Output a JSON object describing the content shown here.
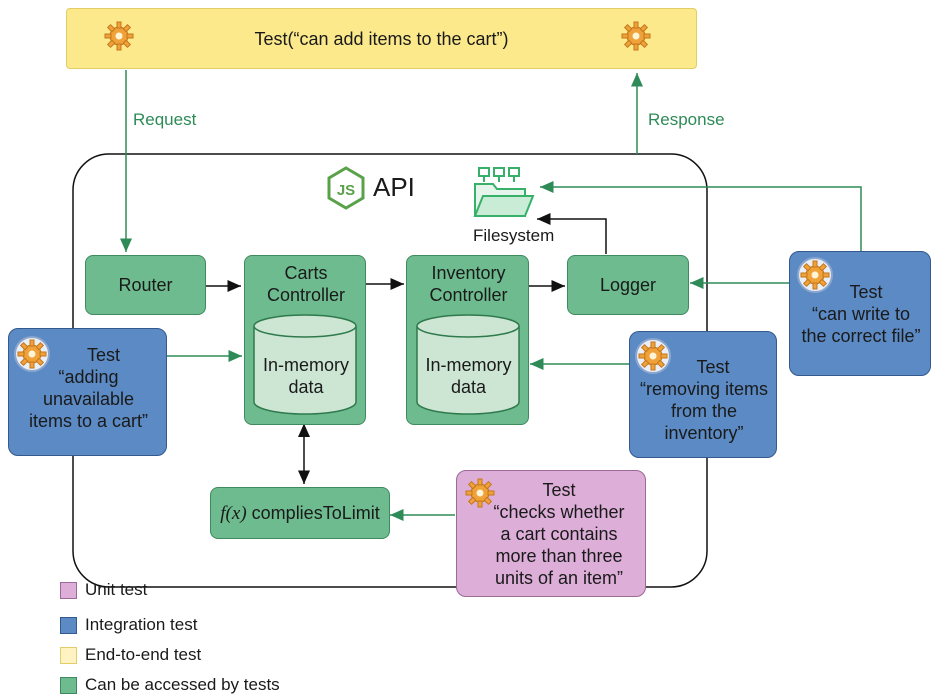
{
  "e2e_test": {
    "label": "Test(“can add items to the cart”)"
  },
  "edges": {
    "request": "Request",
    "response": "Response"
  },
  "api": {
    "logo_text": "JS",
    "title": "API"
  },
  "filesystem": {
    "label": "Filesystem"
  },
  "components": {
    "router": "Router",
    "carts_controller": {
      "line1": "Carts",
      "line2": "Controller"
    },
    "inventory_controller": {
      "line1": "Inventory",
      "line2": "Controller"
    },
    "logger": "Logger",
    "in_memory": {
      "line1": "In-memory",
      "line2": "data"
    },
    "complies": {
      "fx": "f(x)",
      "name": "compliesToLimit"
    }
  },
  "tests": {
    "carts_integration": {
      "title": "Test",
      "lines": [
        "“adding",
        "unavailable",
        "items to a cart”"
      ]
    },
    "inventory_integration": {
      "title": "Test",
      "lines": [
        "“removing items",
        "from the",
        "inventory”"
      ]
    },
    "logger_integration": {
      "title": "Test",
      "lines": [
        "“can write to",
        "the correct file”"
      ]
    },
    "unit": {
      "title": "Test",
      "lines": [
        "“checks whether",
        "a cart contains",
        "more than three",
        "units of an item”"
      ]
    }
  },
  "legend": [
    {
      "label": "Unit test",
      "color": "#dcaed8"
    },
    {
      "label": "Integration test",
      "color": "#5b8ac4"
    },
    {
      "label": "End-to-end test",
      "color": "#fff3c4"
    },
    {
      "label": "Can be accessed by tests",
      "color": "#6dbb8f"
    }
  ],
  "colors": {
    "accent_green": "#2e8b57",
    "arrow_black": "#111111"
  },
  "icons": {
    "gear": "gear-icon",
    "folder": "folder-icon",
    "js_logo": "nodejs-logo-icon"
  }
}
